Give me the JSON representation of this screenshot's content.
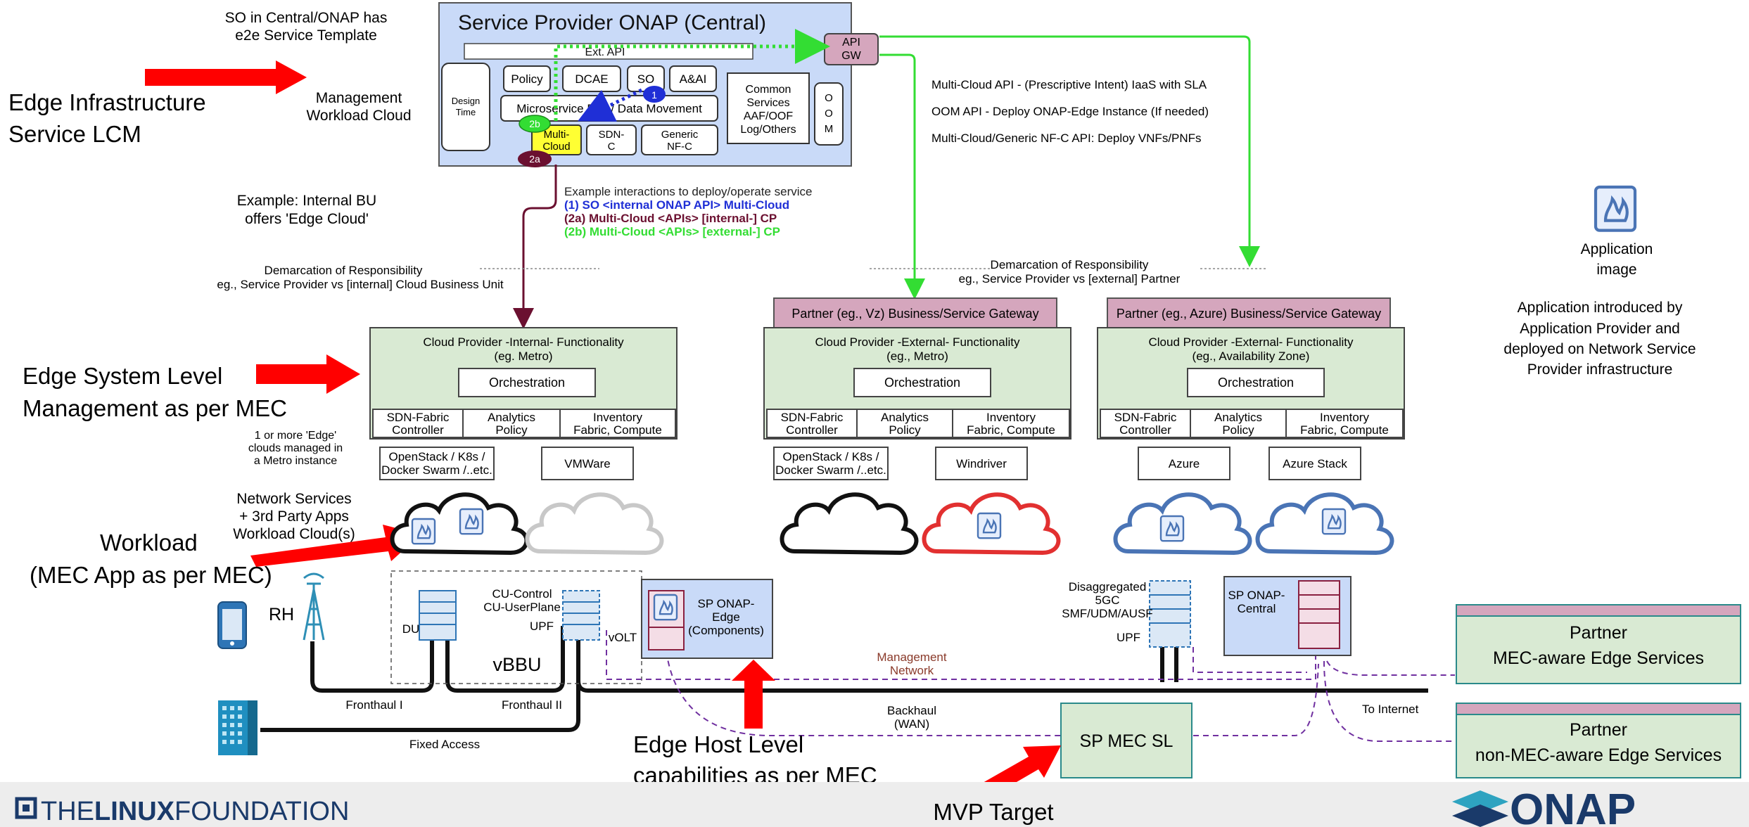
{
  "central": {
    "title": "Service Provider ONAP (Central)",
    "ext_api": "Ext. API",
    "api_gw": [
      "API",
      "GW"
    ],
    "design_time": [
      "Design",
      "Time"
    ],
    "policy": "Policy",
    "dcae": "DCAE",
    "so": "SO",
    "aai": "A&AI",
    "common_services": [
      "Common",
      "Services",
      "AAF/OOF",
      "Log/Others"
    ],
    "oom": [
      "O",
      "O",
      "M"
    ],
    "msb": "Microservice Bus / Data Movement",
    "multicloud": [
      "Multi-",
      "Cloud"
    ],
    "sdnc": [
      "SDN-",
      "C"
    ],
    "generic_nfc": [
      "Generic",
      "NF-C"
    ],
    "marker_1": "1",
    "marker_2a": "2a",
    "marker_2b": "2b"
  },
  "top_notes": {
    "so_note": [
      "SO in Central/ONAP has",
      "e2e Service Template"
    ],
    "mgmt_cloud": [
      "Management",
      "Workload Cloud"
    ],
    "example_bu": [
      "Example: Internal BU",
      "offers 'Edge Cloud'"
    ],
    "demarc_internal": [
      "Demarcation of Responsibility",
      "eg., Service Provider vs [internal] Cloud Business Unit"
    ],
    "demarc_external": [
      "Demarcation of Responsibility",
      "eg., Service Provider vs [external] Partner"
    ]
  },
  "api_notes": [
    "Multi-Cloud API - (Prescriptive Intent) IaaS with SLA",
    "OOM API - Deploy ONAP-Edge Instance (If needed)",
    "Multi-Cloud/Generic NF-C API: Deploy VNFs/PNFs"
  ],
  "interactions": {
    "heading": "Example interactions to deploy/operate service",
    "items": [
      {
        "text": "(1) SO <internal ONAP API> Multi-Cloud",
        "color": "#1f2fd6"
      },
      {
        "text": "(2a) Multi-Cloud <APIs> [internal-] CP",
        "color": "#6b1030"
      },
      {
        "text": "(2b) Multi-Cloud <APIs> [external-] CP",
        "color": "#33dd33"
      }
    ]
  },
  "left_labels": {
    "edge_infra": [
      "Edge Infrastructure",
      "Service  LCM"
    ],
    "edge_system": [
      "Edge System Level",
      "Management as per MEC"
    ],
    "workload": [
      "Workload",
      "(MEC App as per MEC)"
    ]
  },
  "gateways": {
    "vz": "Partner (eg., Vz) Business/Service Gateway",
    "azure": "Partner (eg., Azure) Business/Service Gateway"
  },
  "providers": [
    {
      "title": [
        "Cloud Provider -Internal- Functionality",
        "(eg. Metro)"
      ],
      "orchestration": "Orchestration",
      "cells": [
        [
          "SDN-Fabric",
          "Controller"
        ],
        [
          "Analytics",
          "Policy"
        ],
        [
          "Inventory",
          "Fabric, Compute"
        ]
      ],
      "vims": [
        [
          "OpenStack / K8s /",
          "Docker Swarm /..etc."
        ],
        [
          "VMWare"
        ]
      ]
    },
    {
      "title": [
        "Cloud Provider -External- Functionality",
        "(eg., Metro)"
      ],
      "orchestration": "Orchestration",
      "cells": [
        [
          "SDN-Fabric",
          "Controller"
        ],
        [
          "Analytics",
          "Policy"
        ],
        [
          "Inventory",
          "Fabric, Compute"
        ]
      ],
      "vims": [
        [
          "OpenStack / K8s /",
          "Docker Swarm /..etc."
        ],
        [
          "Windriver"
        ]
      ]
    },
    {
      "title": [
        "Cloud Provider -External- Functionality",
        "(eg., Availability Zone)"
      ],
      "orchestration": "Orchestration",
      "cells": [
        [
          "SDN-Fabric",
          "Controller"
        ],
        [
          "Analytics",
          "Policy"
        ],
        [
          "Inventory",
          "Fabric, Compute"
        ]
      ],
      "vims": [
        [
          "Azure"
        ],
        [
          "Azure Stack"
        ]
      ]
    }
  ],
  "edge_notes": {
    "metro_instance": [
      "1 or more 'Edge'",
      "clouds managed in",
      "a Metro instance"
    ],
    "net_services": [
      "Network Services",
      "+ 3rd Party Apps",
      "Workload Cloud(s)"
    ]
  },
  "app_image": {
    "label": [
      "Application",
      "image"
    ],
    "note": [
      "Application introduced by",
      "Application Provider and",
      "deployed on Network Service",
      "Provider infrastructure"
    ]
  },
  "network": {
    "rh": "RH",
    "du": "DU",
    "cu": [
      "CU-Control",
      "CU-UserPlane"
    ],
    "upf_left": "UPF",
    "vbbu": "vBBU",
    "volt": "vOLT",
    "sp_edge": [
      "SP ONAP-",
      "Edge",
      "(Components)"
    ],
    "fronthaul1": "Fronthaul I",
    "fronthaul2": "Fronthaul II",
    "fixed_access": "Fixed Access",
    "mgmt_network": [
      "Management",
      "Network"
    ],
    "backhaul": [
      "Backhaul",
      "(WAN)"
    ],
    "disaggregated": [
      "Disaggregated",
      "5GC",
      "SMF/UDM/AUSF"
    ],
    "upf_right": "UPF",
    "sp_central": [
      "SP ONAP-",
      "Central"
    ],
    "to_internet": "To Internet",
    "sp_mec_sl": "SP MEC SL",
    "edge_host": [
      "Edge Host Level",
      "capabilities as per MEC"
    ],
    "mvp": "MVP Target"
  },
  "partners": {
    "mec_aware": [
      "Partner",
      "MEC-aware Edge Services"
    ],
    "non_mec_aware": [
      "Partner",
      "non-MEC-aware Edge Services"
    ]
  },
  "footer": {
    "lf_the": "THE",
    "lf_linux": "LINUX",
    "lf_foundation": "FOUNDATION",
    "onap": "ONAP"
  },
  "colors": {
    "central_fill": "#c9daf8",
    "provider_fill": "#d9ead3",
    "gateway_fill": "#d5a6bd",
    "red_arrow": "#ff0000",
    "green_link": "#33dd33",
    "purple_dash": "#7030a0",
    "cloud_blue": "#4a74b5",
    "cloud_red": "#e23030"
  }
}
